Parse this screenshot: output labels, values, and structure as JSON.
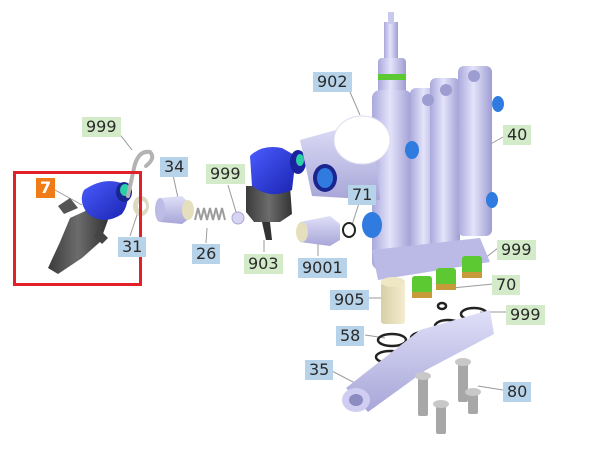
{
  "colors": {
    "blue_label": "#b7d3e9",
    "green_label": "#d3ebc8",
    "orange_label": "#f07c17",
    "highlight_border": "#e2202a",
    "part_blue": "#2a3ee0",
    "part_lavender": "#c9c8ef",
    "part_dark": "#4a4a4a",
    "part_green": "#5cc832"
  },
  "callouts": {
    "c7": "7",
    "c999a": "999",
    "c34": "34",
    "c31": "31",
    "c26": "26",
    "c999b": "999",
    "c903": "903",
    "c9001": "9001",
    "c71": "71",
    "c902": "902",
    "c40": "40",
    "c999c": "999",
    "c70": "70",
    "c999d": "999",
    "c905": "905",
    "c58": "58",
    "c35": "35",
    "c80": "80"
  },
  "highlight": {
    "target": "7"
  }
}
